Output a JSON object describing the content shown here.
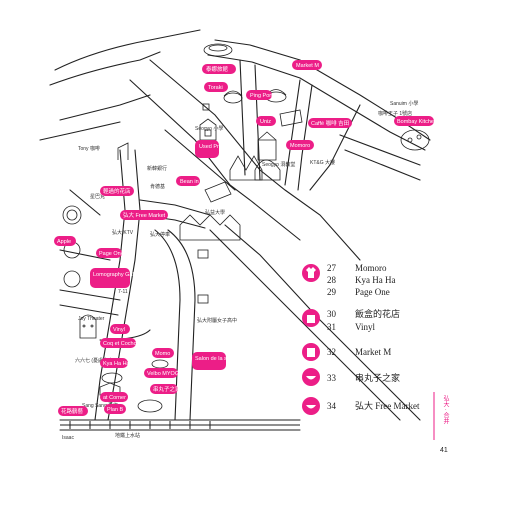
{
  "map": {
    "area_labels": [
      {
        "id": "seogyo",
        "text": "Seogyo 小學"
      },
      {
        "id": "seogyo-church",
        "text": "Seogyo 洞教堂"
      },
      {
        "id": "tony",
        "text": "Tony 咖啡"
      },
      {
        "id": "bank",
        "text": "新韓銀行"
      },
      {
        "id": "star",
        "text": "星巴克"
      },
      {
        "id": "hongik-univ",
        "text": "弘益大學"
      },
      {
        "id": "kfc",
        "text": "肯德基"
      },
      {
        "id": "ktv",
        "text": "弘大 KTV"
      },
      {
        "id": "hongik-st",
        "text": "弘大停車"
      },
      {
        "id": "sangsang",
        "text": "Sang Sang 藝術"
      },
      {
        "id": "girls-school",
        "text": "弘大附屬女子高中"
      },
      {
        "id": "seven",
        "text": "7-11"
      },
      {
        "id": "wangsimni",
        "text": "Seogyo 小學"
      },
      {
        "id": "isaac",
        "text": "Isaac"
      },
      {
        "id": "hapjeong",
        "text": "地鐵上水站"
      },
      {
        "id": "kyunghee",
        "text": "咖啡王子 1號店"
      },
      {
        "id": "starbucks2",
        "text": "Sanuim 小學"
      },
      {
        "id": "kt",
        "text": "KT&G 大樓"
      },
      {
        "id": "tap",
        "text": "六六七 (憂慮寬廣)"
      },
      {
        "id": "nemo",
        "text": "Joy Theater"
      }
    ],
    "pins": [
      {
        "id": "p1",
        "text": "泰娜旅館"
      },
      {
        "id": "p2",
        "text": "Market M"
      },
      {
        "id": "p3",
        "text": "Toraki"
      },
      {
        "id": "p4",
        "text": "Ping Pong"
      },
      {
        "id": "p5",
        "text": "Uniz"
      },
      {
        "id": "p6",
        "text": "Caffé 咖啡 吉田"
      },
      {
        "id": "p7",
        "text": "Bombay Kitchen"
      },
      {
        "id": "p8",
        "text": "Used Project"
      },
      {
        "id": "p9",
        "text": "Momoro"
      },
      {
        "id": "p10",
        "text": "Bean in"
      },
      {
        "id": "p11",
        "text": "輕過的花店"
      },
      {
        "id": "p12",
        "text": "弘大 Free Market"
      },
      {
        "id": "p13",
        "text": "Apple"
      },
      {
        "id": "p14",
        "text": "Page One"
      },
      {
        "id": "p15",
        "text": "Lomography Gallery Store"
      },
      {
        "id": "p16",
        "text": "Vinyl"
      },
      {
        "id": "p17",
        "text": "Coq et Cochon"
      },
      {
        "id": "p18",
        "text": "Kya Ha Ha"
      },
      {
        "id": "p19",
        "text": "Momo"
      },
      {
        "id": "p20",
        "text": "Velbo MYOG"
      },
      {
        "id": "p21",
        "text": "Salon de la sorcière"
      },
      {
        "id": "p22",
        "text": "串丸子之家"
      },
      {
        "id": "p23",
        "text": "at Corner"
      },
      {
        "id": "p24",
        "text": "Plan B"
      },
      {
        "id": "p25",
        "text": "花路鶴藝"
      }
    ]
  },
  "legend": [
    {
      "num": "27",
      "name": "Momoro",
      "icon": "shirt-icon"
    },
    {
      "num": "28",
      "name": "Kya Ha Ha",
      "icon": ""
    },
    {
      "num": "29",
      "name": "Page One",
      "icon": ""
    },
    {
      "num": "30",
      "name": "飯盒的花店",
      "icon": "shopping-bag-icon"
    },
    {
      "num": "31",
      "name": "Vinyl",
      "icon": ""
    },
    {
      "num": "32",
      "name": "Market M",
      "icon": "book-icon"
    },
    {
      "num": "33",
      "name": "串丸子之家",
      "icon": "bowl-icon"
    },
    {
      "num": "34",
      "name": "弘大 Free Market",
      "icon": "bowl-icon"
    }
  ],
  "side_tab": {
    "text": "弘大 · 合井"
  },
  "page_number": "41",
  "colors": {
    "accent": "#ec1e87",
    "line": "#222222"
  }
}
